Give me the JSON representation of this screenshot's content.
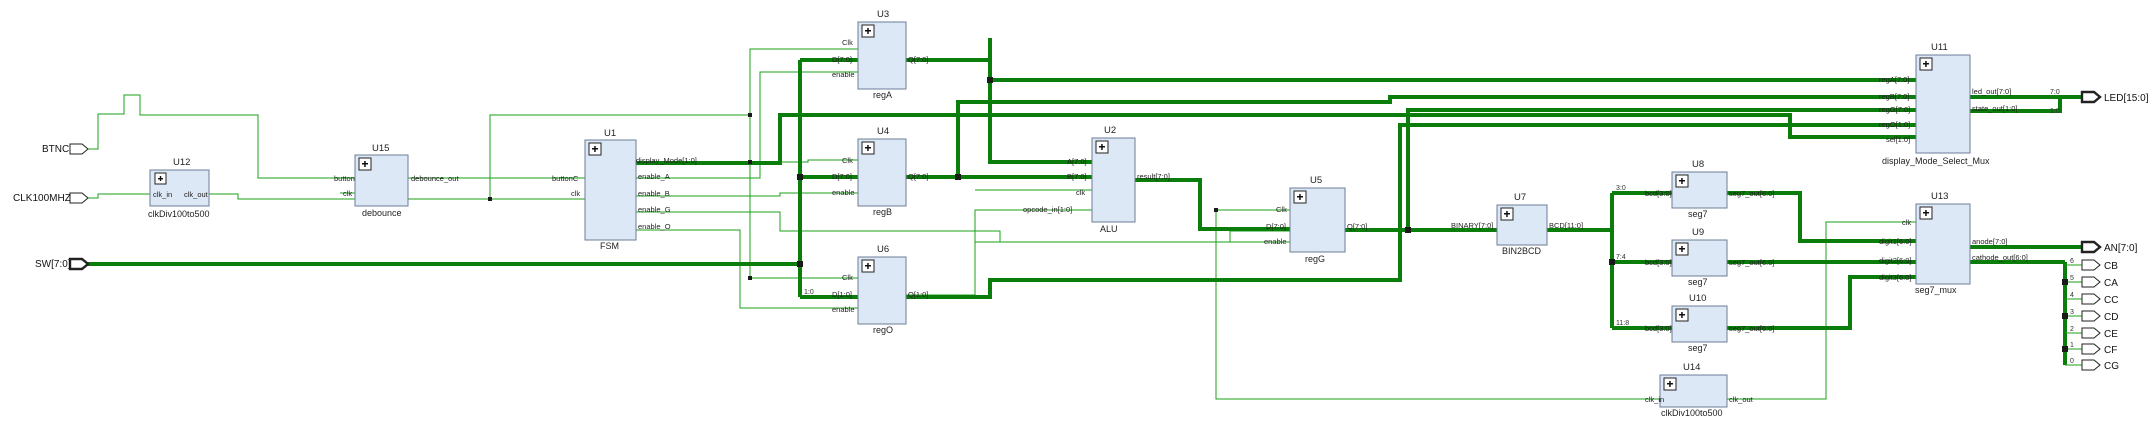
{
  "ports_in": [
    {
      "label": "BTNC"
    },
    {
      "label": "CLK100MHZ"
    },
    {
      "label": "SW[7:0]"
    }
  ],
  "ports_out": [
    {
      "label": "LED[15:0]"
    },
    {
      "label": "AN[7:0]"
    },
    {
      "label": "CB"
    },
    {
      "label": "CA"
    },
    {
      "label": "CC"
    },
    {
      "label": "CD"
    },
    {
      "label": "CE"
    },
    {
      "label": "CF"
    },
    {
      "label": "CG"
    }
  ],
  "blocks": {
    "U12": {
      "inst": "U12",
      "cell": "clkDiv100to500",
      "pins": [
        "clk_in",
        "clk_out"
      ]
    },
    "U15": {
      "inst": "U15",
      "cell": "debounce",
      "pins": [
        "button",
        "clk",
        "debounce_out"
      ]
    },
    "U1": {
      "inst": "U1",
      "cell": "FSM",
      "pins": [
        "buttonC",
        "clk",
        "display_Mode[1:0]",
        "enable_A",
        "enable_B",
        "enable_G",
        "enable_O"
      ]
    },
    "U3": {
      "inst": "U3",
      "cell": "regA",
      "pins": [
        "Clk",
        "D[7:0]",
        "enable",
        "Q[7:0]"
      ]
    },
    "U4": {
      "inst": "U4",
      "cell": "regB",
      "pins": [
        "Clk",
        "D[7:0]",
        "enable",
        "Q[7:0]"
      ]
    },
    "U6": {
      "inst": "U6",
      "cell": "regO",
      "pins": [
        "Clk",
        "D[1:0]",
        "enable",
        "Q[1:0]"
      ]
    },
    "U2": {
      "inst": "U2",
      "cell": "ALU",
      "pins": [
        "A[7:0]",
        "B[7:0]",
        "clk",
        "opcode_in[1:0]",
        "result[7:0]"
      ]
    },
    "U5": {
      "inst": "U5",
      "cell": "regG",
      "pins": [
        "Clk",
        "D[7:0]",
        "enable",
        "Q[7:0]"
      ]
    },
    "U7": {
      "inst": "U7",
      "cell": "BIN2BCD",
      "pins": [
        "BINARY[7:0]",
        "BCD[11:0]"
      ]
    },
    "U8": {
      "inst": "U8",
      "cell": "seg7",
      "pins": [
        "bcd[3:0]",
        "seg7_out[6:0]"
      ]
    },
    "U9": {
      "inst": "U9",
      "cell": "seg7",
      "pins": [
        "bcd[3:0]",
        "seg7_out[6:0]"
      ]
    },
    "U10": {
      "inst": "U10",
      "cell": "seg7",
      "pins": [
        "bcd[3:0]",
        "seg7_out[6:0]"
      ]
    },
    "U14": {
      "inst": "U14",
      "cell": "clkDiv100to500",
      "pins": [
        "clk_in",
        "clk_out"
      ]
    },
    "U11": {
      "inst": "U11",
      "cell": "display_Mode_Select_Mux",
      "pins": [
        "regA[7:0]",
        "regB[7:0]",
        "regG[7:0]",
        "regO[1:0]",
        "sel[1:0]",
        "led_out[7:0]",
        "state_out[1:0]"
      ]
    },
    "U13": {
      "inst": "U13",
      "cell": "seg7_mux",
      "pins": [
        "clk",
        "digit1[6:0]",
        "digit2[6:0]",
        "digit3[6:0]",
        "anode[7:0]",
        "cathode_out[6:0]"
      ]
    }
  },
  "bus_widths": {
    "a": "1:0",
    "b": "3:0",
    "c": "7:4",
    "d": "11:8",
    "e": "7:0",
    "f": "1:0",
    "g": "6",
    "h": "5",
    "i": "4",
    "j": "3",
    "k": "2",
    "l": "1",
    "m": "0"
  }
}
